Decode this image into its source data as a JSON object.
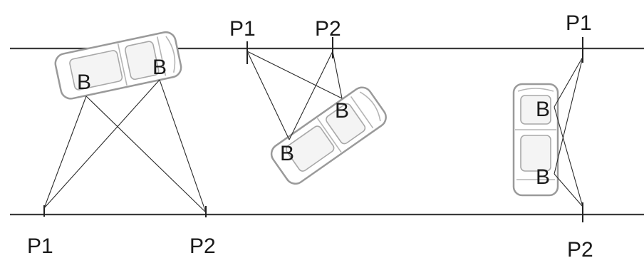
{
  "labels": {
    "s1_p1": "P1",
    "s1_p2": "P2",
    "s1_b_rear": "B",
    "s1_b_front": "B",
    "s2_p1": "P1",
    "s2_p2": "P2",
    "s2_b_front": "B",
    "s2_b_rear": "B",
    "s3_p1": "P1",
    "s3_p2": "P2",
    "s3_b_top": "B",
    "s3_b_bottom": "B"
  }
}
